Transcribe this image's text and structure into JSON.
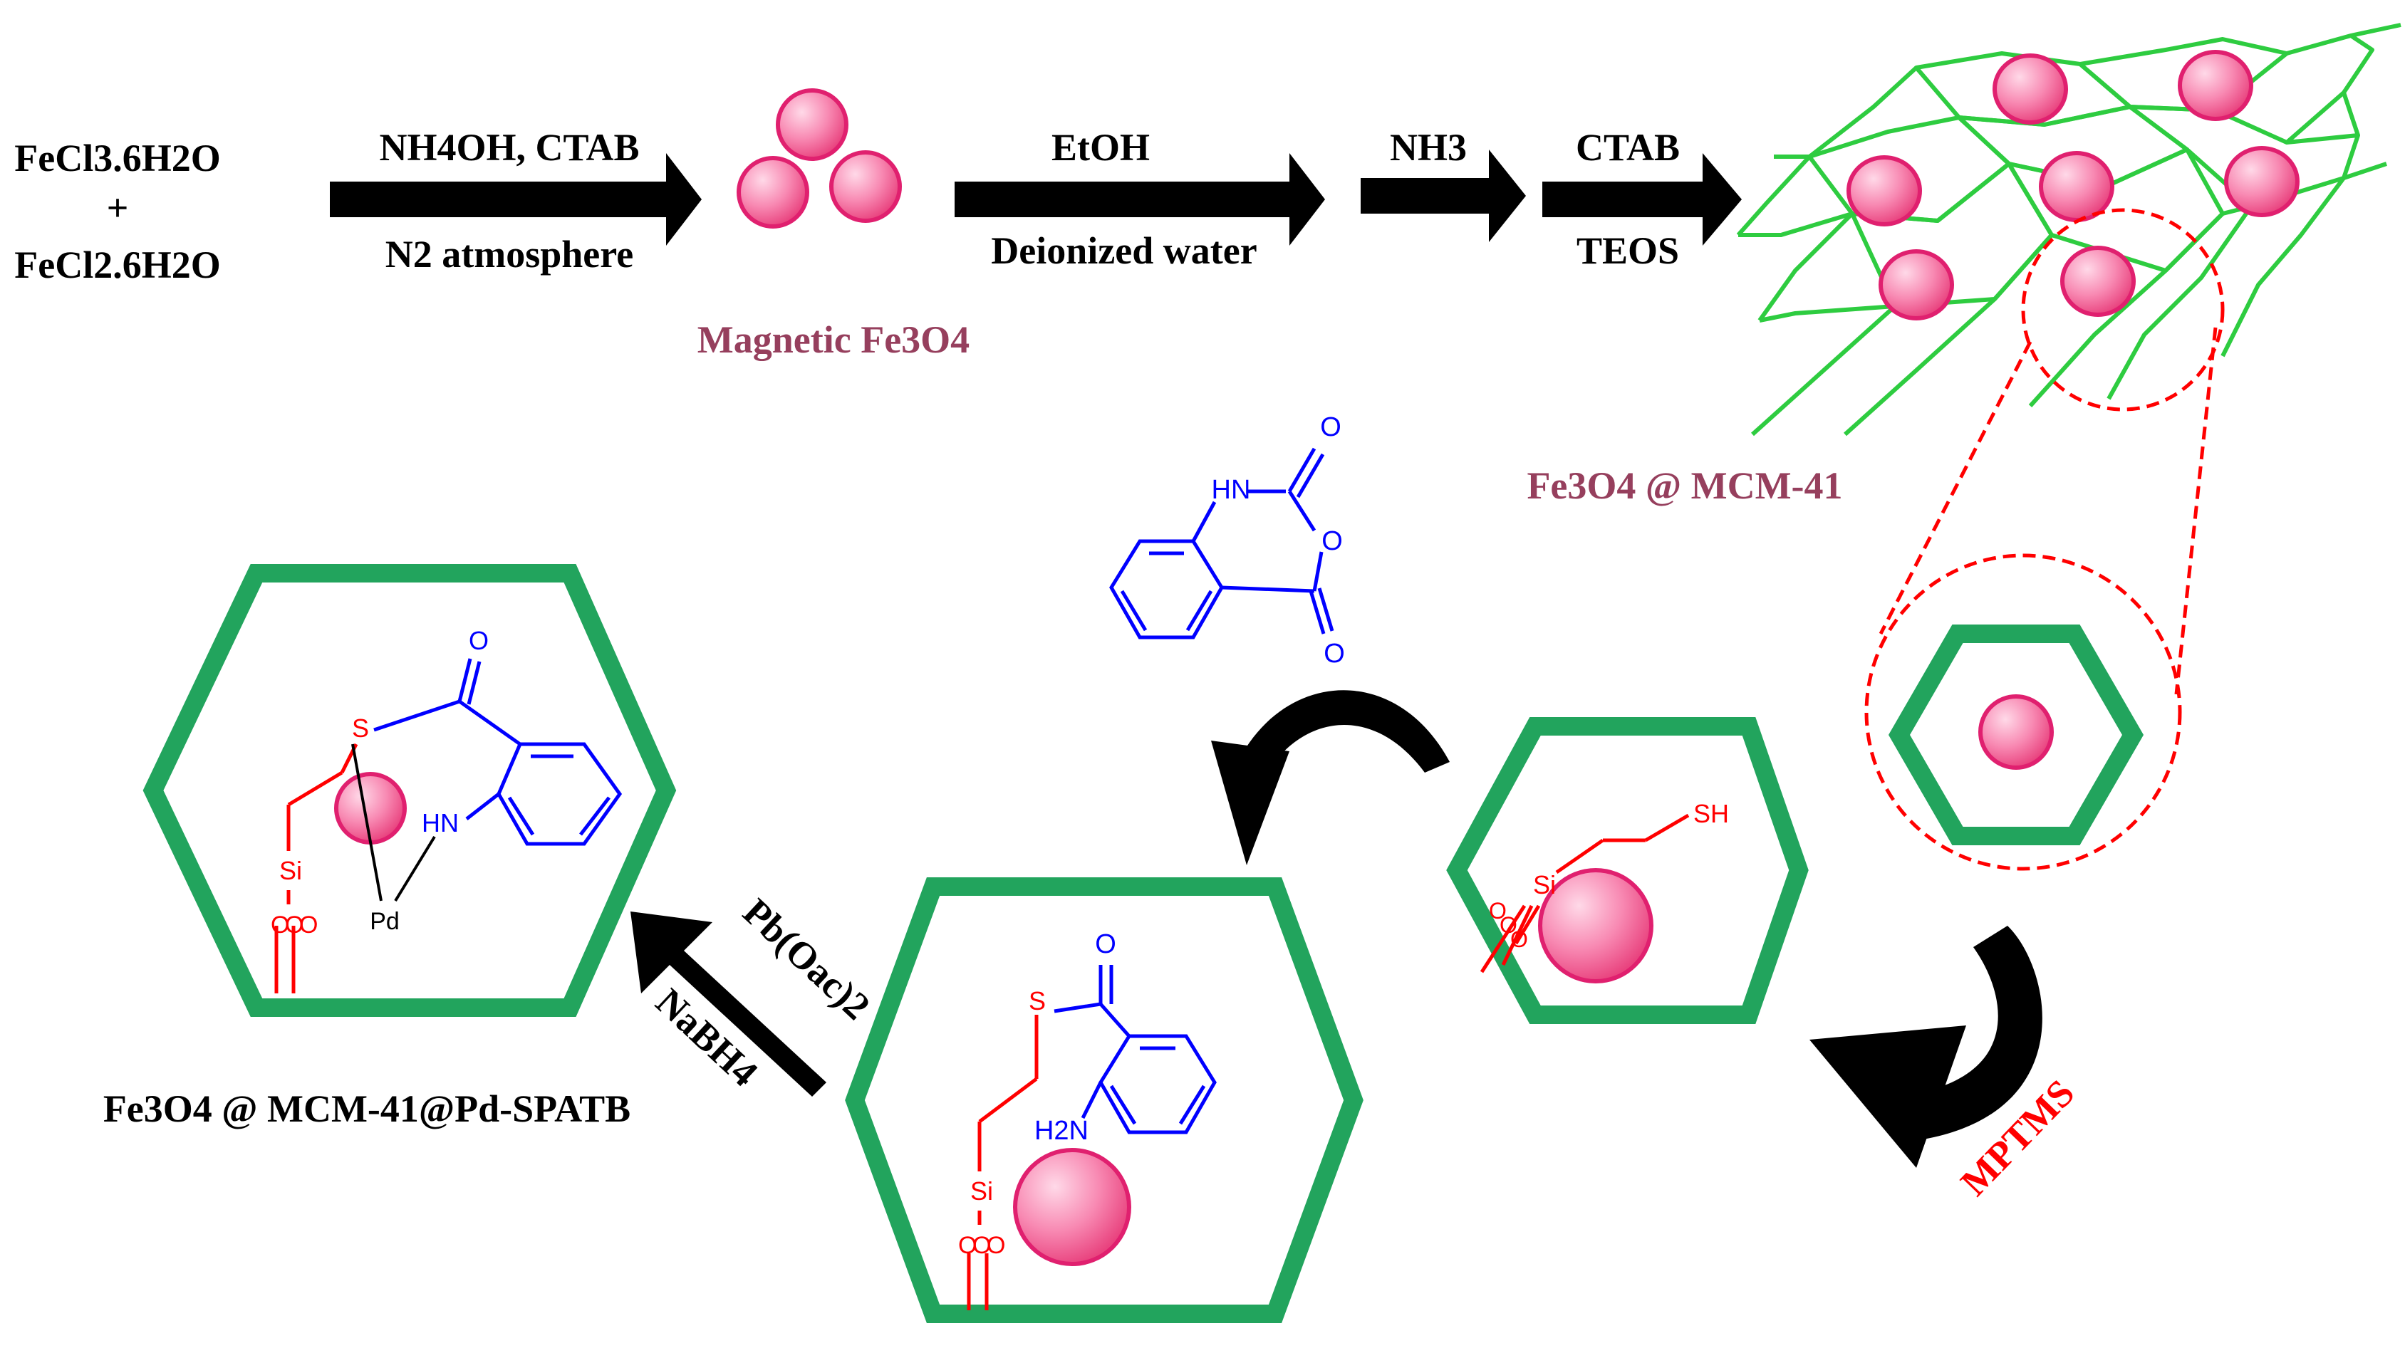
{
  "reactants": {
    "line1": "FeCl3.6H2O",
    "plus": "+",
    "line2": "FeCl2.6H2O"
  },
  "step1": {
    "top": "NH4OH, CTAB",
    "bottom": "N2 atmosphere"
  },
  "product1": {
    "label": "Magnetic Fe3O4"
  },
  "step2": {
    "top": "EtOH",
    "bottom": "Deionized water"
  },
  "step3": {
    "top": "NH3"
  },
  "step4": {
    "top": "CTAB",
    "bottom": "TEOS"
  },
  "product2": {
    "label": "Fe3O4 @ MCM-41"
  },
  "step5": {
    "label": "MPTMS"
  },
  "isatoic": {
    "nh": "HN",
    "o_top": "O",
    "o_ring": "O",
    "o_bottom": "O"
  },
  "thiol": {
    "sh": "SH",
    "si": "Si",
    "o": "O"
  },
  "amide": {
    "o": "O",
    "s": "S",
    "nh2": "H2N",
    "si": "Si",
    "o_atoms": "O"
  },
  "step6": {
    "top": "Pb(Oac)2",
    "bottom": "NaBH4"
  },
  "final": {
    "o": "O",
    "s": "S",
    "hn": "HN",
    "pd": "Pd",
    "si": "Si",
    "o_atoms": "O",
    "label": "Fe3O4 @ MCM-41@Pd-SPATB"
  },
  "colors": {
    "green_frame": "#22a45d",
    "mesh": "#2ecc40",
    "particle_fill": "#f577a8",
    "particle_stroke": "#e0206f",
    "red": "#ff0000",
    "blue": "#0000ff",
    "product_label": "#963f5d"
  }
}
